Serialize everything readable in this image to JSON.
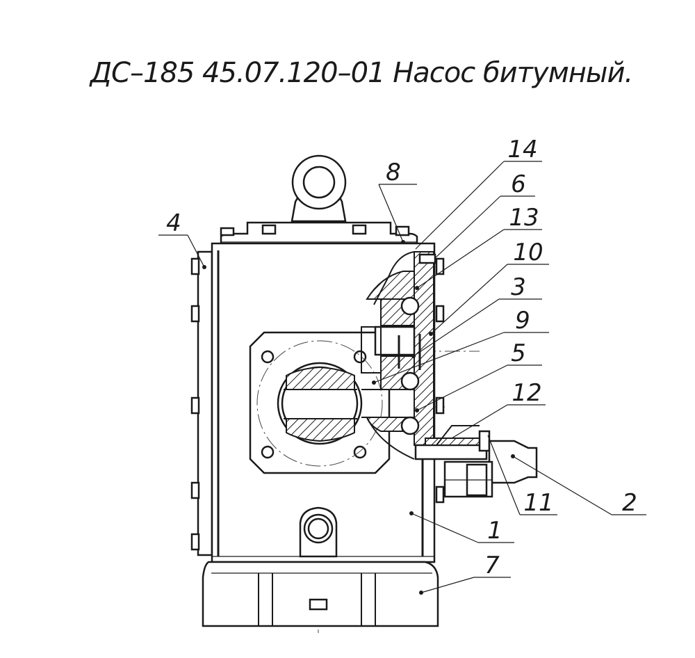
{
  "title": "ДС–185 45.07.120–01 Насос битумный.",
  "callouts": [
    "14",
    "8",
    "6",
    "13",
    "4",
    "10",
    "3",
    "9",
    "5",
    "12",
    "2",
    "11",
    "1",
    "7"
  ]
}
